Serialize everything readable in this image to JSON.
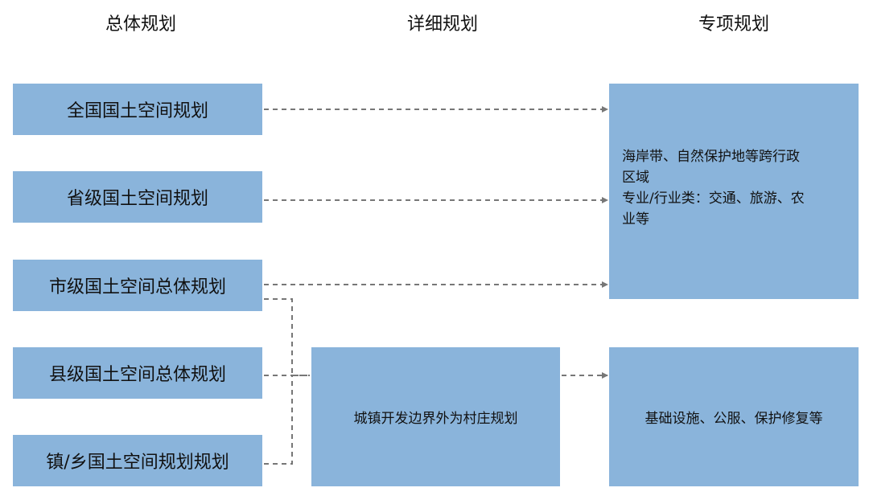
{
  "headers": {
    "overall": "总体规划",
    "detailed": "详细规划",
    "special": "专项规划"
  },
  "overall_boxes": [
    "全国国土空间规划",
    "省级国土空间规划",
    "市级国土空间总体规划",
    "县级国土空间总体规划",
    "镇/乡国土空间规划规划"
  ],
  "detailed_box": "城镇开发边界外为村庄规划",
  "special_top_lines": [
    "海岸带、自然保护地等跨行政",
    "区域",
    "专业/行业类：交通、旅游、农",
    "业等"
  ],
  "special_bottom": "基础设施、公服、保护修复等",
  "colors": {
    "box_fill": "#8ab4db",
    "connector": "#777777",
    "text": "#111111"
  }
}
